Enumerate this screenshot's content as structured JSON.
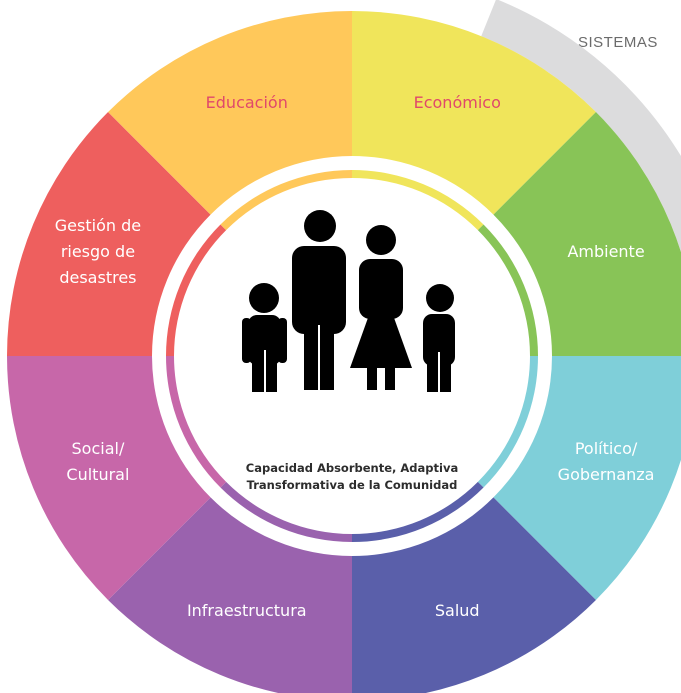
{
  "systems_label": "SISTEMAS",
  "center": {
    "caption_line1": "Capacidad Absorbente, Adaptiva",
    "caption_line2": "Transformativa de la Comunidad",
    "icon": "family-icon"
  },
  "segments": [
    {
      "lines": [
        "Económico"
      ],
      "color": "#F0E55B",
      "text_color": "#E0486A"
    },
    {
      "lines": [
        "Ambiente"
      ],
      "color": "#88C457",
      "text_color": "#ffffff"
    },
    {
      "lines": [
        "Político/",
        "Gobernanza"
      ],
      "color": "#7FCFD9",
      "text_color": "#ffffff"
    },
    {
      "lines": [
        "Salud"
      ],
      "color": "#5A5FAA",
      "text_color": "#ffffff"
    },
    {
      "lines": [
        "Infraestructura"
      ],
      "color": "#9A62AE",
      "text_color": "#ffffff"
    },
    {
      "lines": [
        "Social/",
        "Cultural"
      ],
      "color": "#C767A9",
      "text_color": "#ffffff"
    },
    {
      "lines": [
        "Gestión de",
        "riesgo de",
        "desastres"
      ],
      "color": "#EE5F5E",
      "text_color": "#ffffff"
    },
    {
      "lines": [
        "Educación"
      ],
      "color": "#FFC85A",
      "text_color": "#E0486A"
    }
  ]
}
